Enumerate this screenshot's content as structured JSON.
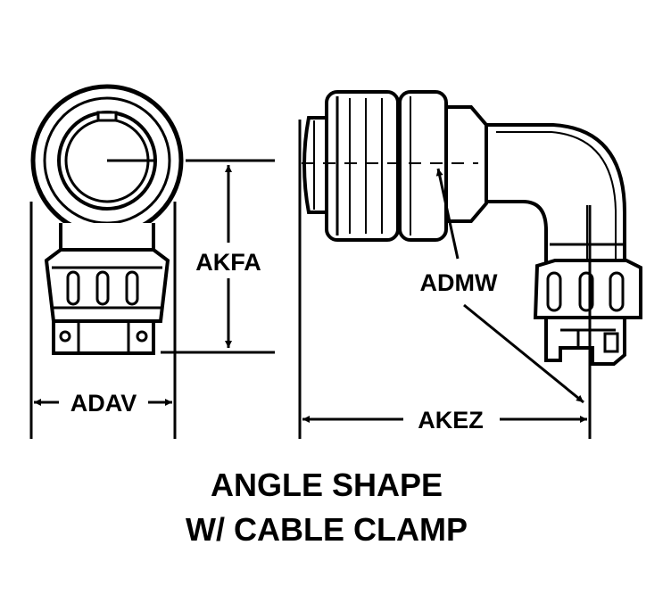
{
  "labels": {
    "akfa": "AKFA",
    "adav": "ADAV",
    "admw": "ADMW",
    "akez": "AKEZ"
  },
  "caption": {
    "line1": "ANGLE SHAPE",
    "line2": "W/ CABLE CLAMP"
  }
}
